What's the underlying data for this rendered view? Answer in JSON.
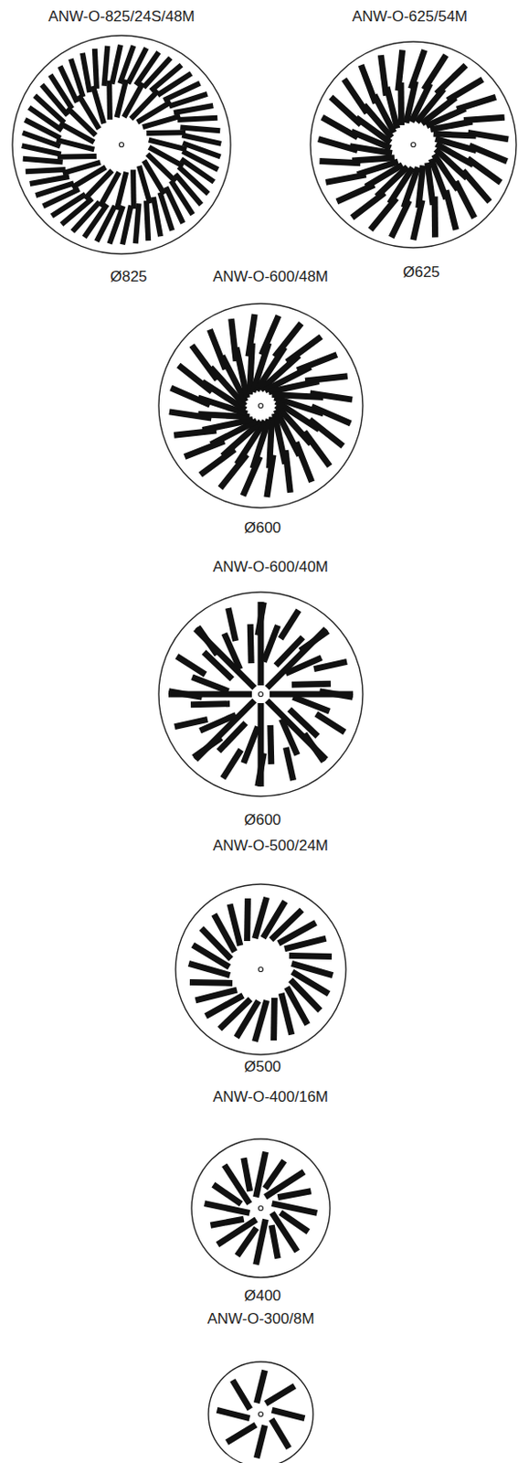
{
  "diagram": {
    "labels": [
      "ANW-O-825/24S/48M",
      "ANW-O-625/54M",
      "Ø825",
      "ANW-O-600/48M",
      "Ø625",
      "Ø600",
      "ANW-O-600/40M",
      "Ø600",
      "ANW-O-500/24M",
      "Ø500",
      "ANW-O-400/16M",
      "Ø400",
      "ANW-O-300/8M"
    ]
  }
}
